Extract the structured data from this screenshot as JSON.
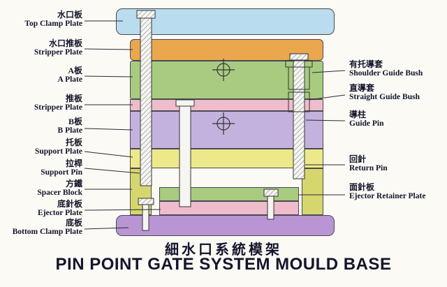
{
  "titles": {
    "chinese": "細水口系統模架",
    "english": "PIN POINT GATE SYSTEM MOULD BASE"
  },
  "left_labels": [
    {
      "cn": "水口板",
      "en": "Top Clamp Plate"
    },
    {
      "cn": "水口推板",
      "en": "Stripper Plate"
    },
    {
      "cn": "A板",
      "en": "A Plate"
    },
    {
      "cn": "推板",
      "en": "Stripper Plate"
    },
    {
      "cn": "B板",
      "en": "B Plate"
    },
    {
      "cn": "托板",
      "en": "Support Plate"
    },
    {
      "cn": "拉桿",
      "en": "Support Pin"
    },
    {
      "cn": "方鐵",
      "en": "Spacer Block"
    },
    {
      "cn": "底針板",
      "en": "Ejector Plate"
    },
    {
      "cn": "底板",
      "en": "Bottom Clamp Plate"
    }
  ],
  "right_labels": [
    {
      "cn": "有托導套",
      "en": "Shoulder Guide Bush"
    },
    {
      "cn": "直導套",
      "en": "Straight Guide Bush"
    },
    {
      "cn": "導柱",
      "en": "Guide Pin"
    },
    {
      "cn": "回針",
      "en": "Return Pin"
    },
    {
      "cn": "面針板",
      "en": "Ejector Retainer Plate"
    }
  ],
  "colors": {
    "top_clamp_plate": "#b9dcef",
    "stripper_plate_top": "#eaa74e",
    "a_plate": "#a8cb80",
    "stripper_plate_mid": "#eebccb",
    "b_plate": "#c3b2dd",
    "support_plate": "#ede98a",
    "spacer_block": "#d6d66e",
    "ejector_retainer_plate": "#a8cb80",
    "ejector_plate": "#eebccb",
    "bottom_clamp_plate": "#b995d4",
    "text": "#14142b"
  }
}
